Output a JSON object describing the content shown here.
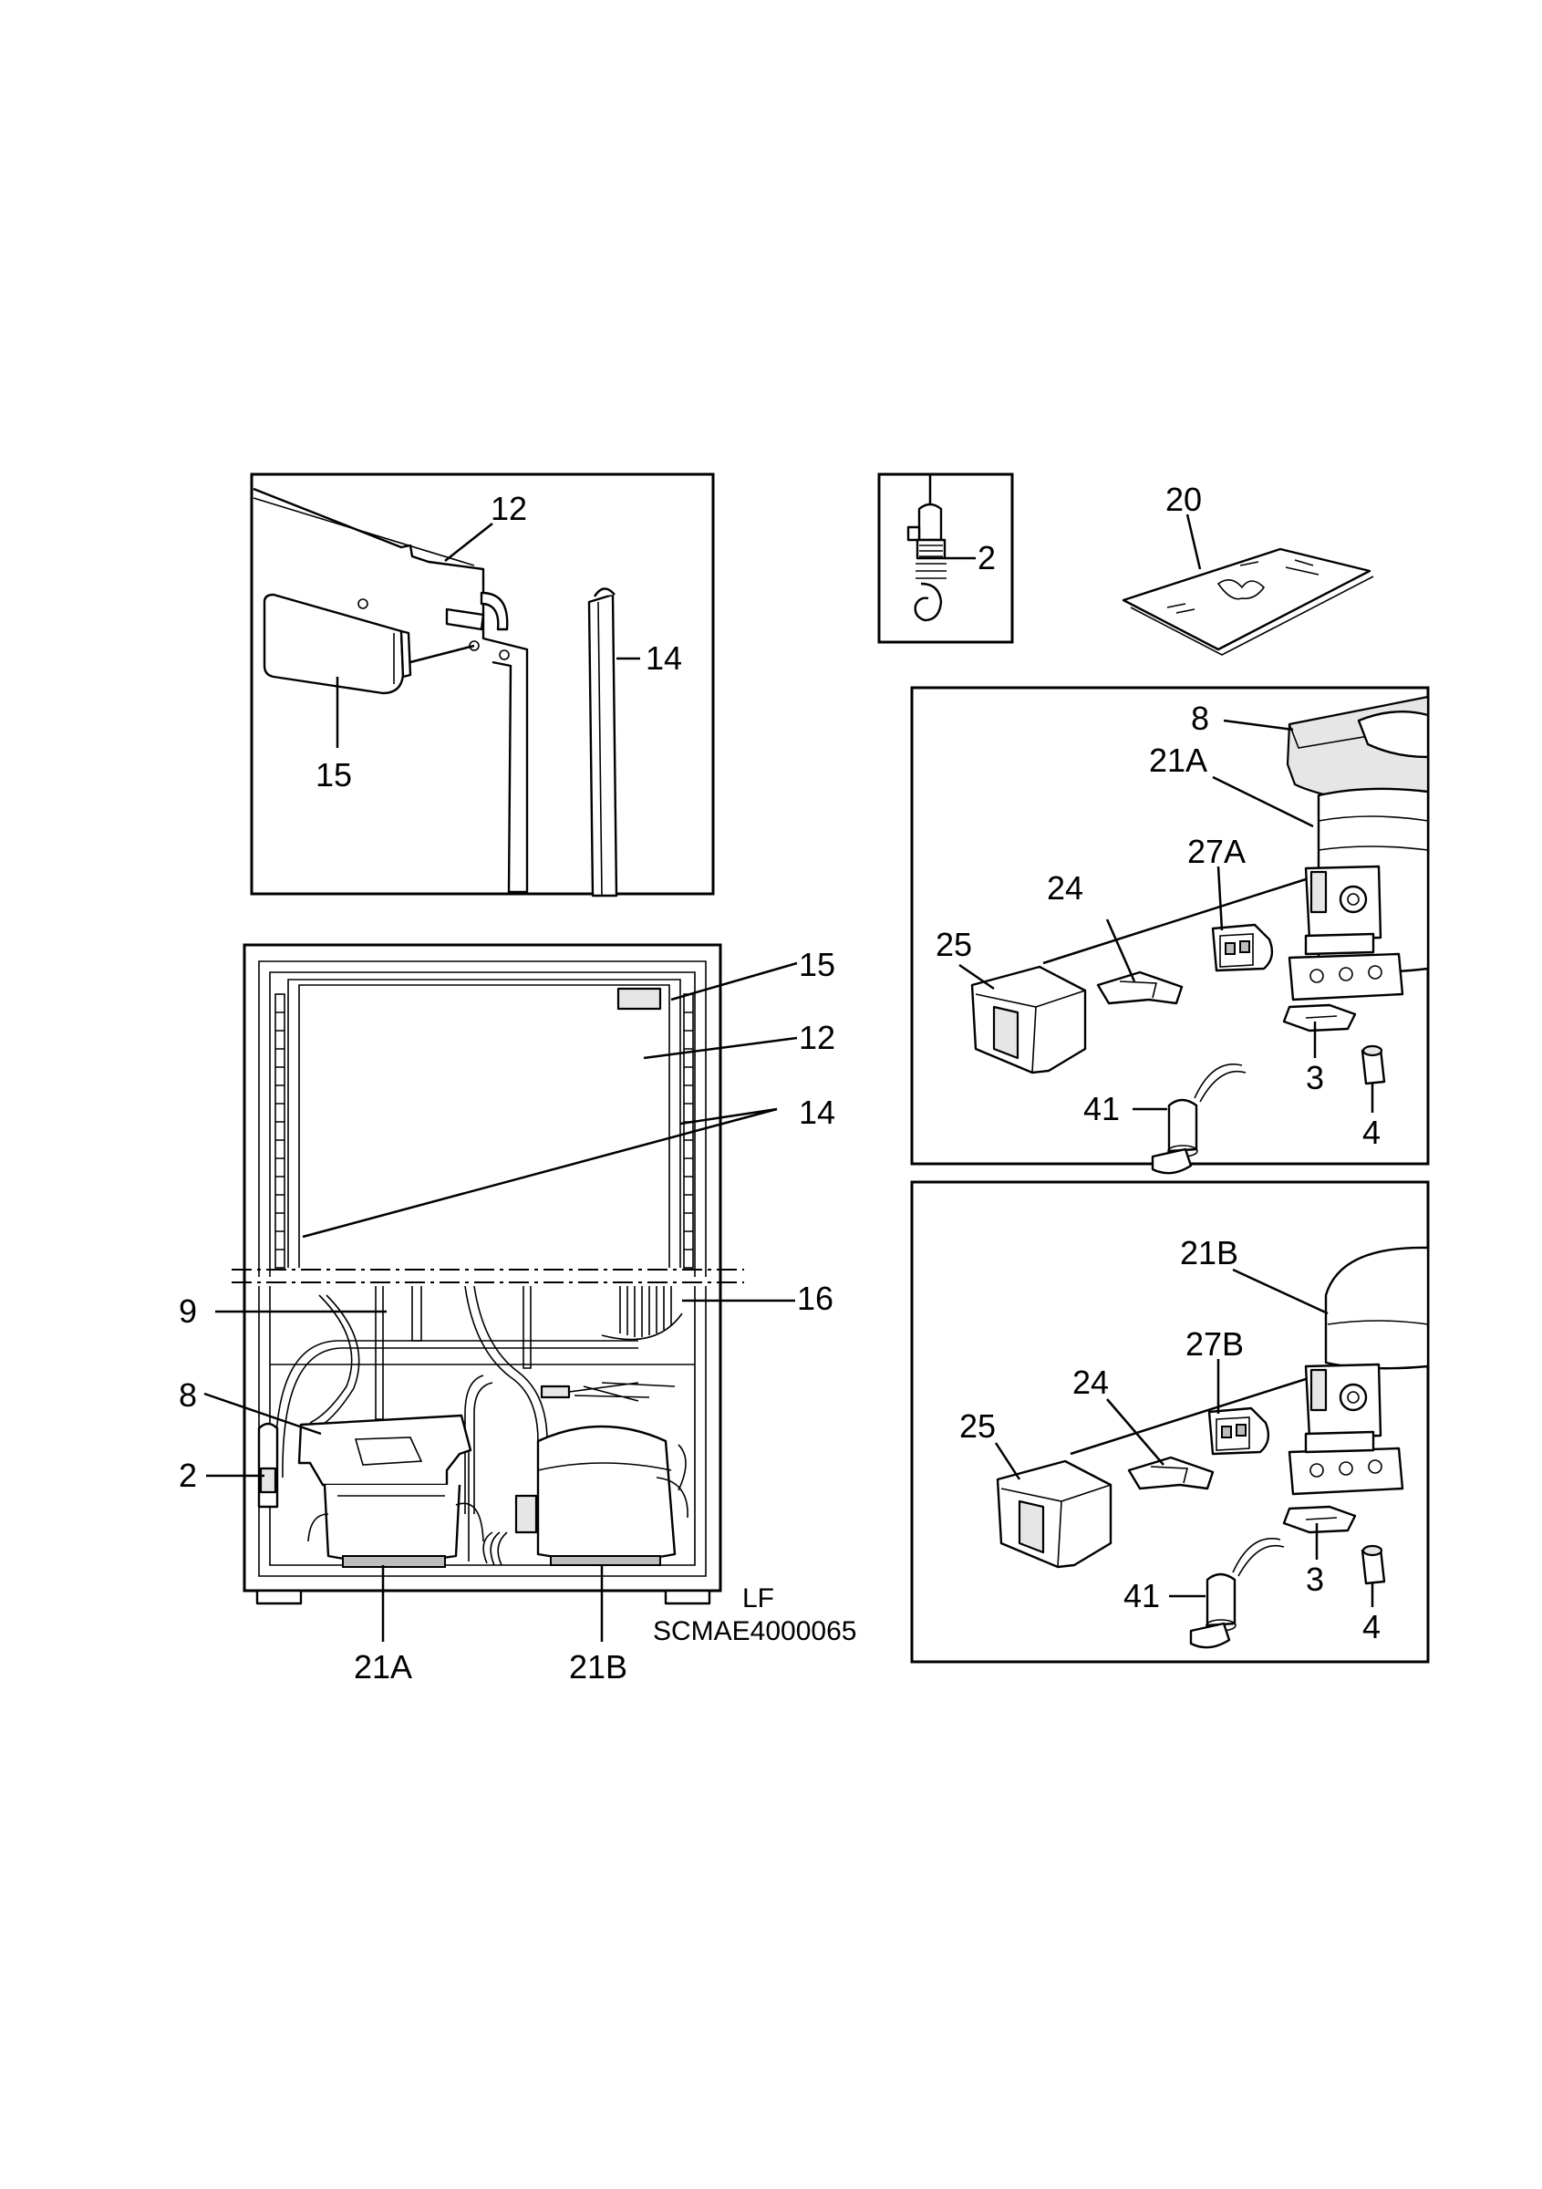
{
  "diagram": {
    "labels": {
      "door_12": "12",
      "door_14": "14",
      "door_15": "15",
      "thermostat_2": "2",
      "manual_20": "20",
      "cab_15": "15",
      "cab_12": "12",
      "cab_14": "14",
      "cab_16": "16",
      "cab_9": "9",
      "cab_8": "8",
      "cab_2": "2",
      "cab_21a": "21A",
      "cab_21b": "21B",
      "a_8": "8",
      "a_21a": "21A",
      "a_27a": "27A",
      "a_24": "24",
      "a_25": "25",
      "a_3": "3",
      "a_41": "41",
      "a_4": "4",
      "b_21b": "21B",
      "b_27b": "27B",
      "b_24": "24",
      "b_25": "25",
      "b_3": "3",
      "b_41": "41",
      "b_4": "4"
    },
    "code_line1": "LF",
    "code_line2": "SCMAE4000065"
  }
}
